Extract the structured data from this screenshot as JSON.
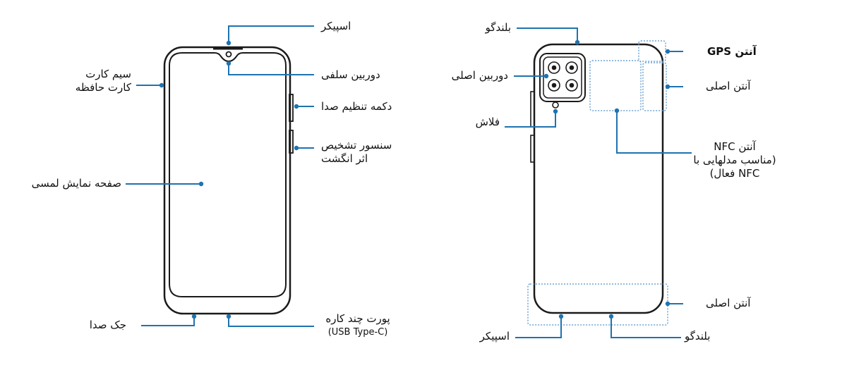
{
  "colors": {
    "leader": "#1e73b0",
    "outline": "#1a1a1a",
    "antenna": "#6fa3d4"
  },
  "front": {
    "speaker": "اسپیکر",
    "front_camera": "دوربین سلفی",
    "volume_key": "دکمه تنظیم صدا",
    "fingerprint_line1": "سنسور تشخیص",
    "fingerprint_line2": "اثر انگشت",
    "sim_line1": "سیم کارت",
    "sim_line2": "کارت حافظه",
    "touchscreen": "صفحه نمایش لمسی",
    "audio_jack": "جک صدا",
    "usb_line1": "پورت چند کاره",
    "usb_line2": "(USB Type-C)"
  },
  "back": {
    "microphone_top": "بلندگو",
    "gps_antenna": "آنتن GPS",
    "main_camera": "دوربین اصلی",
    "main_antenna_top": "آنتن اصلی",
    "flash": "فلاش",
    "nfc_line1": "آنتن NFC",
    "nfc_line2": "(مناسب مدلهایی با",
    "nfc_line3": "NFC  فعال)",
    "main_antenna_bottom": "آنتن اصلی",
    "speaker": "اسپیکر",
    "microphone_bottom": "بلندگو"
  }
}
